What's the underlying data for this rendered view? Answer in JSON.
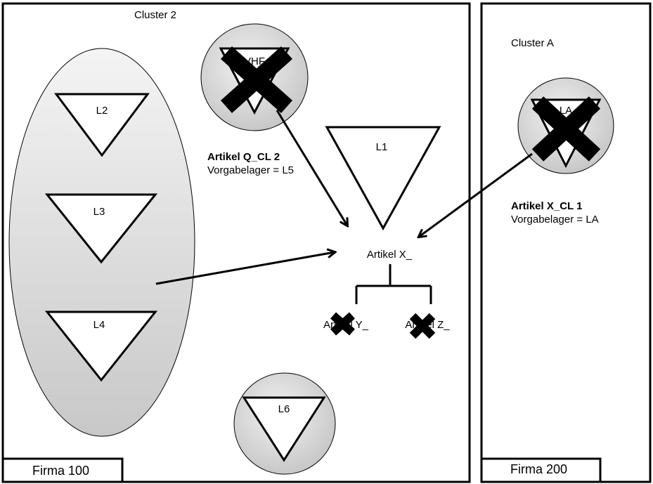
{
  "clusters": {
    "left": {
      "label": "Cluster 2",
      "firm": "Firma 100"
    },
    "right": {
      "label": "Cluster A",
      "firm": "Firma 200"
    }
  },
  "warehouses": {
    "l1": "L1",
    "l2": "L2",
    "l3": "L3",
    "l4": "L4",
    "l5": "VHF",
    "l6": "L6",
    "la": "LA"
  },
  "annotations": {
    "artikel_q": {
      "title": "Artikel Q_CL 2",
      "subtitle": "Vorgabelager = L5"
    },
    "artikel_x_cl": {
      "title": "Artikel X_CL 1",
      "subtitle": "Vorgabelager = LA"
    }
  },
  "articles": {
    "main": "Artikel X_",
    "child_y": "Artikel Y_",
    "child_z": "Artikel Z_"
  },
  "colors": {
    "stroke": "#000000",
    "ellipse_gradient_light": "#f4f4f4",
    "ellipse_gradient_dark": "#c8c8c8"
  }
}
